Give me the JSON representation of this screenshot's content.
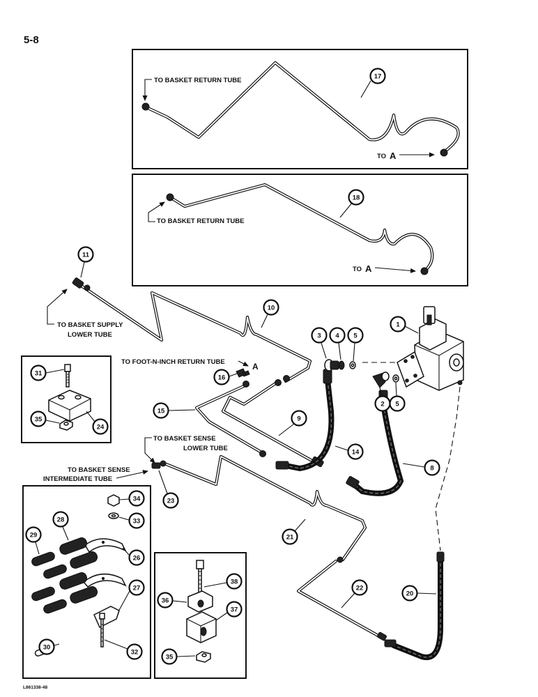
{
  "page_number": "5-8",
  "figure_code": "L861338-48",
  "labels": {
    "basket_return_1": "TO BASKET RETURN TUBE",
    "to_a_1": "TO",
    "basket_return_2": "TO BASKET RETURN TUBE",
    "to_a_2": "TO",
    "point_a": "A",
    "supply_line1": "TO BASKET SUPPLY",
    "supply_line2": "LOWER TUBE",
    "foot_n_inch": "TO FOOT-N-INCH RETURN TUBE",
    "sense_lower_line1": "TO BASKET SENSE",
    "sense_lower_line2": "LOWER TUBE",
    "sense_int_line1": "TO BASKET SENSE",
    "sense_int_line2": "INTERMEDIATE TUBE"
  },
  "callouts": [
    "1",
    "2",
    "3",
    "4",
    "5",
    "8",
    "9",
    "10",
    "11",
    "14",
    "15",
    "16",
    "17",
    "18",
    "20",
    "21",
    "22",
    "23",
    "24",
    "26",
    "27",
    "28",
    "29",
    "30",
    "31",
    "32",
    "33",
    "34",
    "35",
    "36",
    "37",
    "38"
  ],
  "colors": {
    "ink": "#111111",
    "paper": "#ffffff"
  }
}
